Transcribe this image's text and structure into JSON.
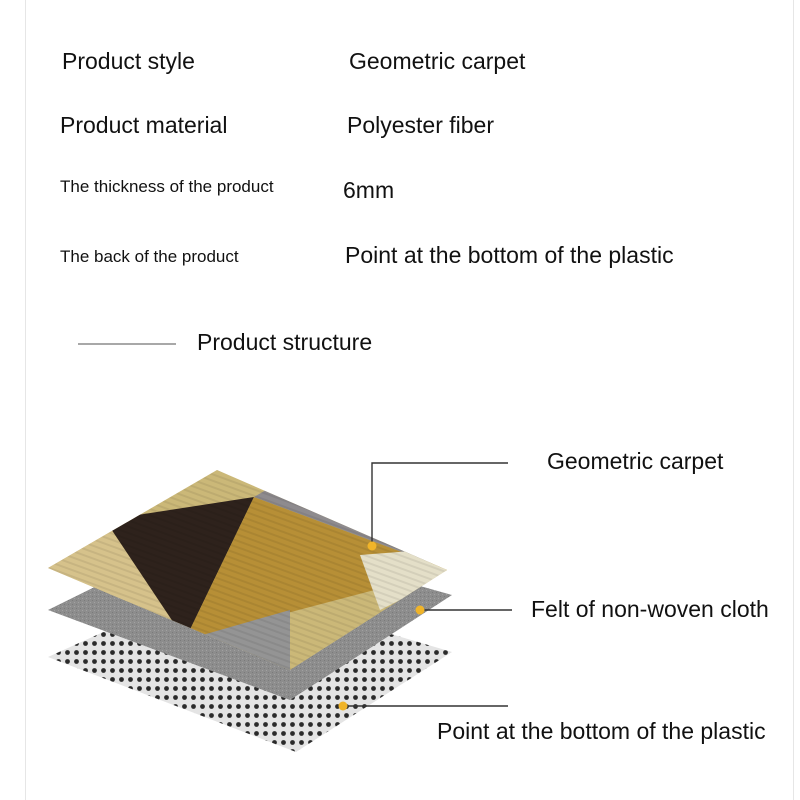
{
  "specs": [
    {
      "label": "Product style",
      "value": "Geometric carpet"
    },
    {
      "label": "Product material",
      "value": "Polyester fiber"
    },
    {
      "label": "The thickness of the product",
      "value": "6mm"
    },
    {
      "label": "The back of the product",
      "value": "Point at the bottom of the plastic"
    }
  ],
  "section": {
    "title": "Product structure"
  },
  "layers": [
    {
      "label": "Geometric carpet"
    },
    {
      "label": "Felt of non-woven cloth"
    },
    {
      "label": "Point at the bottom of the plastic"
    }
  ],
  "colors": {
    "marker": "#f0b429",
    "leader_line": "#333333",
    "divider": "#a8a8a8"
  }
}
